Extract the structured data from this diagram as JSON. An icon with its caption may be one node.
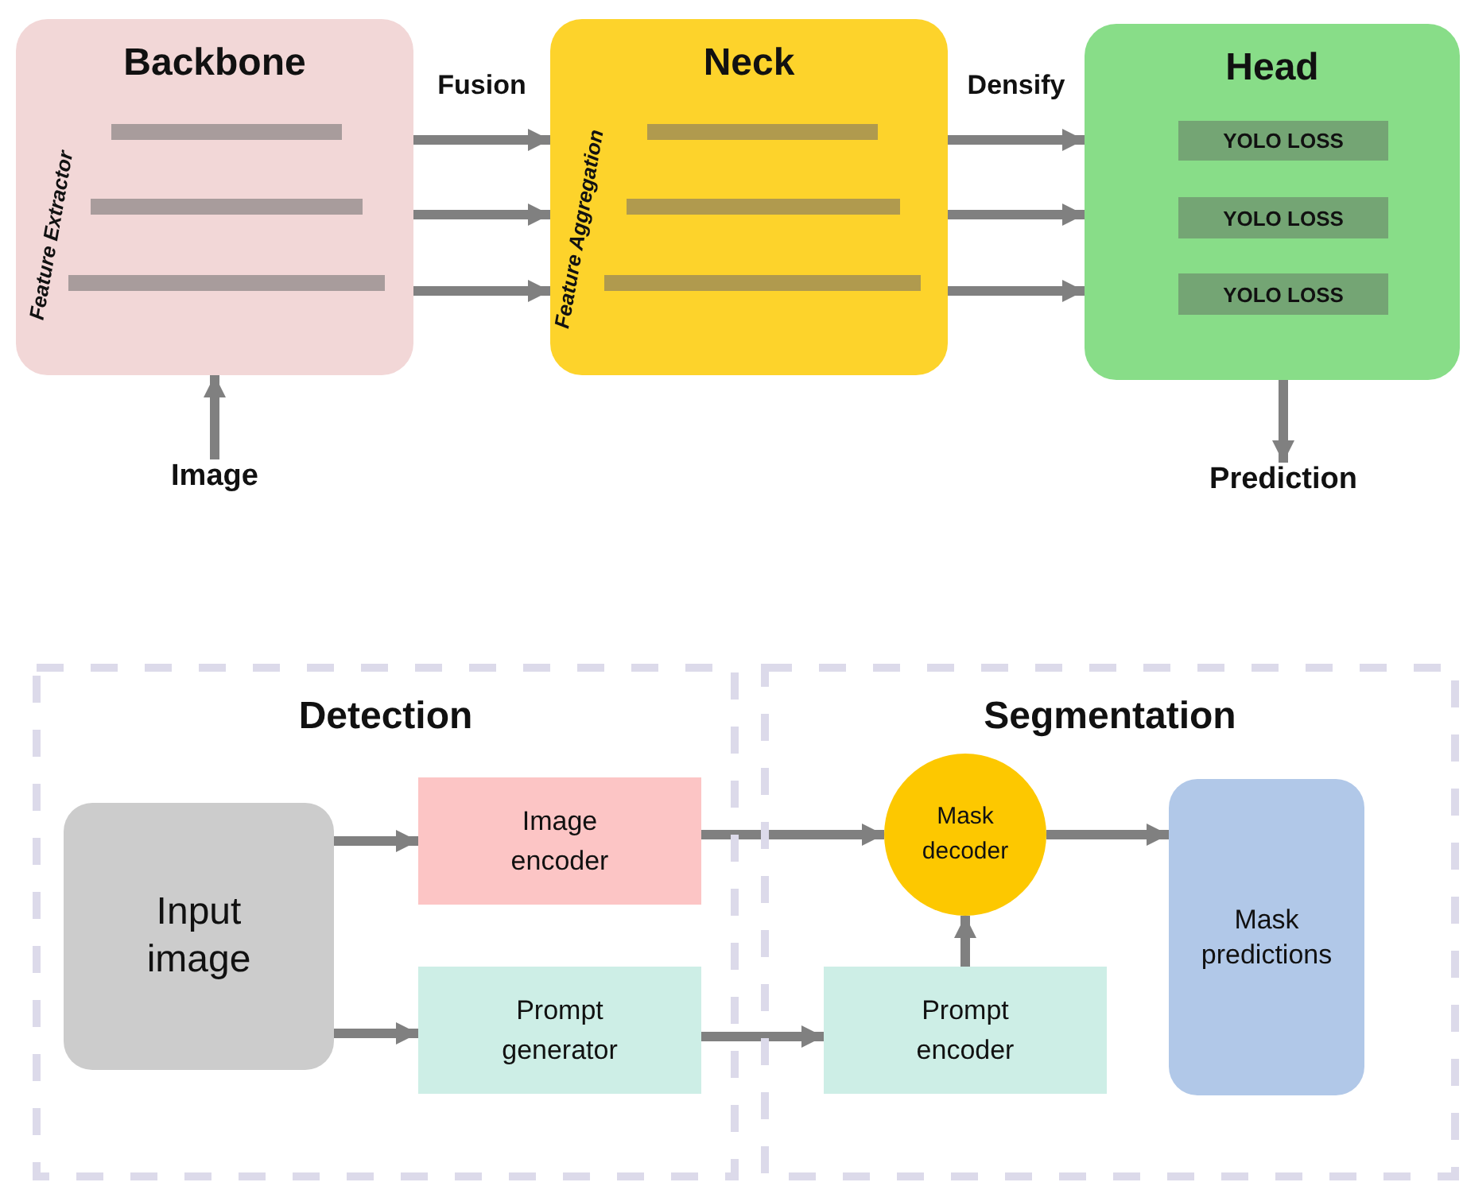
{
  "diagram": {
    "nodes": [
      {
        "text": [
          "Backbone",
          "Feature Extractor"
        ]
      },
      {
        "text": [
          "Neck",
          "Feature Aggregation"
        ]
      },
      {
        "text": [
          "Head"
        ]
      },
      {
        "text": [
          "YOLO LOSS"
        ],
        "in": 2
      },
      {
        "text": [
          "YOLO LOSS"
        ],
        "in": 2
      },
      {
        "text": [
          "YOLO LOSS"
        ],
        "in": 2
      },
      {
        "text": [
          "Image"
        ]
      },
      {
        "text": [
          "Prediction"
        ]
      },
      {
        "text": [
          "Detection"
        ]
      },
      {
        "text": [
          "Segmentation"
        ]
      },
      {
        "text": [
          "Input image"
        ],
        "in": 8
      },
      {
        "text": [
          "Image encoder"
        ],
        "in": 8
      },
      {
        "text": [
          "Prompt generator"
        ],
        "in": 8
      },
      {
        "text": [
          "Mask decoder"
        ],
        "in": 9
      },
      {
        "text": [
          "Prompt encoder"
        ],
        "in": 9
      },
      {
        "text": [
          "Mask predictions"
        ],
        "in": 9
      }
    ],
    "edges": [
      {
        "from": 0,
        "to": 1,
        "arrow": "to",
        "label": "Fusion"
      },
      {
        "from": 0,
        "to": 1,
        "arrow": "to"
      },
      {
        "from": 0,
        "to": 1,
        "arrow": "to"
      },
      {
        "from": 1,
        "to": 2,
        "arrow": "to",
        "label": "Densify"
      },
      {
        "from": 1,
        "to": 2,
        "arrow": "to"
      },
      {
        "from": 1,
        "to": 2,
        "arrow": "to"
      },
      {
        "from": 6,
        "to": 0,
        "arrow": "to"
      },
      {
        "from": 2,
        "to": 7,
        "arrow": "to"
      },
      {
        "from": 10,
        "to": 11,
        "arrow": "to"
      },
      {
        "from": 10,
        "to": 12,
        "arrow": "to"
      },
      {
        "from": 11,
        "to": 13,
        "arrow": "to"
      },
      {
        "from": 12,
        "to": 14,
        "arrow": "to"
      },
      {
        "from": 14,
        "to": 13,
        "arrow": "to"
      },
      {
        "from": 13,
        "to": 15,
        "arrow": "to"
      }
    ]
  }
}
